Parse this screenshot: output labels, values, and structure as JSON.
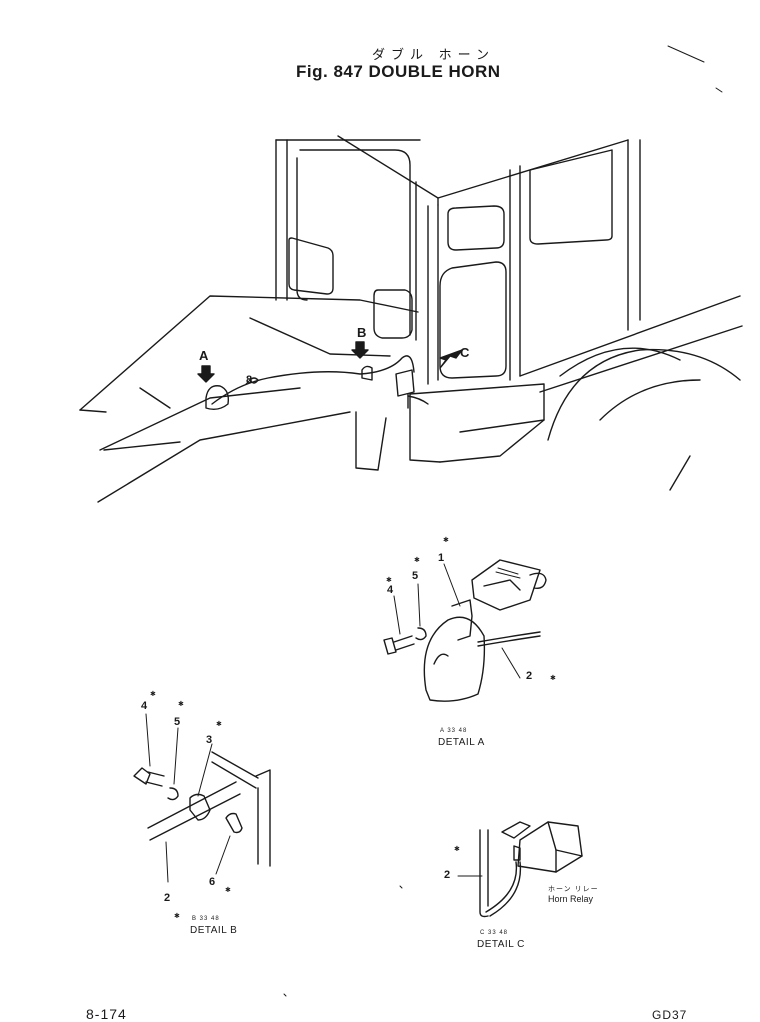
{
  "title": {
    "japanese": "ダブル ホーン",
    "english": "Fig. 847 DOUBLE HORN"
  },
  "view_arrows": [
    "A",
    "B",
    "C"
  ],
  "harness_callout": "8",
  "detail_a": {
    "callouts": [
      "1",
      "2",
      "4",
      "5"
    ],
    "serial": "A 33 48",
    "label": "DETAIL A"
  },
  "detail_b": {
    "callouts": [
      "2",
      "3",
      "4",
      "5",
      "6"
    ],
    "serial": "B 33 48",
    "label": "DETAIL B"
  },
  "detail_c": {
    "callouts": [
      "2"
    ],
    "serial": "C 33 48",
    "label": "DETAIL C",
    "relay_label_jp": "ホーン リレー",
    "relay_label": "Horn Relay"
  },
  "footer": {
    "page": "8-174",
    "code": "GD37"
  },
  "icons": [
    "view-arrow-icon",
    "star-marker-icon"
  ]
}
